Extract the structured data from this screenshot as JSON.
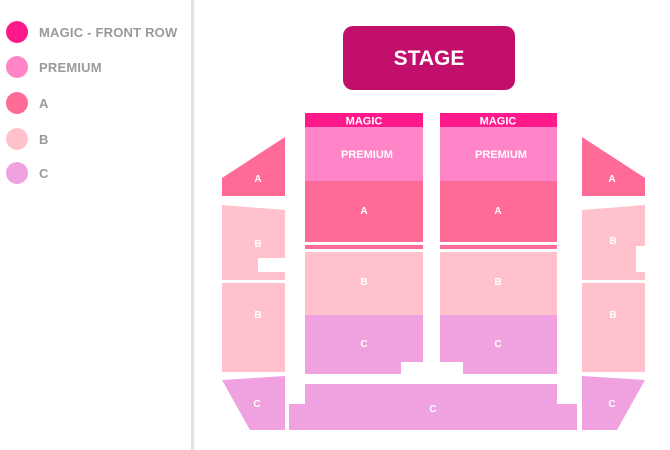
{
  "legend": {
    "items": [
      {
        "label": "MAGIC - FRONT ROW",
        "color": "#ff1a8c"
      },
      {
        "label": "PREMIUM",
        "color": "#ff85c8"
      },
      {
        "label": "A",
        "color": "#ff6b97"
      },
      {
        "label": "B",
        "color": "#ffc2cd"
      },
      {
        "label": "C",
        "color": "#f0a1e0"
      }
    ]
  },
  "stage": {
    "label": "STAGE",
    "color": "#c20f6b"
  },
  "sections": {
    "magic_left": "MAGIC",
    "magic_right": "MAGIC",
    "premium_left": "PREMIUM",
    "premium_right": "PREMIUM",
    "a_left_center": "A",
    "a_right_center": "A",
    "b_left_center": "B",
    "b_right_center": "B",
    "c_left_center": "C",
    "c_right_center": "C",
    "a_left_wing": "A",
    "a_right_wing": "A",
    "b_left_wing_upper": "B",
    "b_left_wing_lower": "B",
    "b_right_wing_upper": "B",
    "b_right_wing_lower": "B",
    "c_left_wing": "C",
    "c_right_wing": "C",
    "c_rear": "C"
  },
  "colors": {
    "magic": "#ff1a8c",
    "premium": "#ff85c8",
    "a": "#ff6b97",
    "b": "#ffc2cd",
    "c": "#f0a1e0"
  }
}
